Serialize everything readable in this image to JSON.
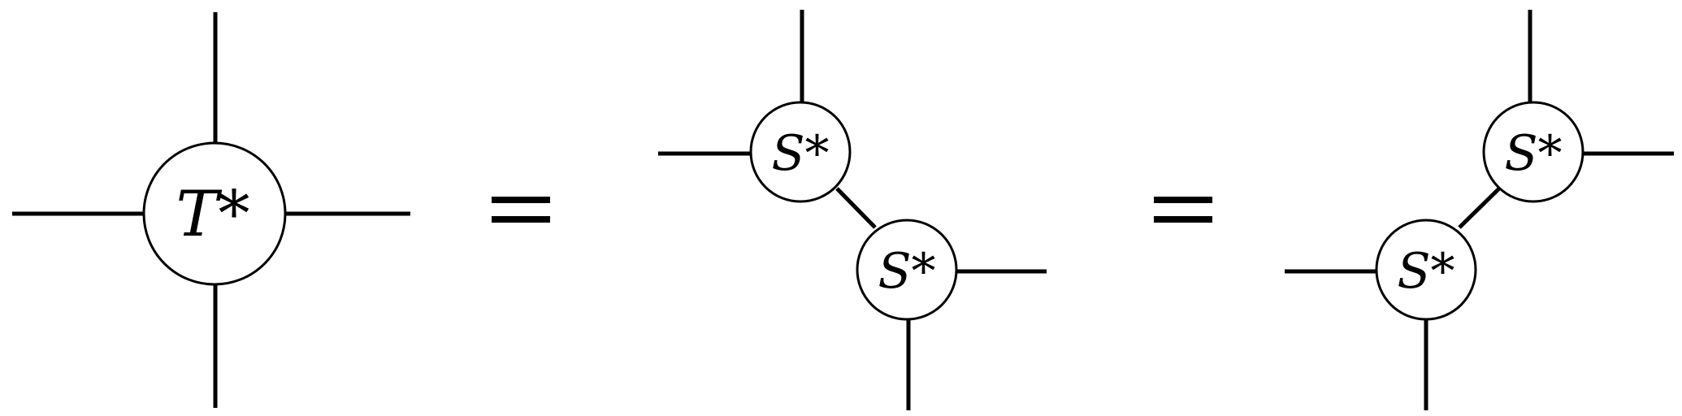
{
  "diagram": {
    "lhs_tensor": {
      "label": "T*"
    },
    "equals_sign_1": "=",
    "decomposition_1": {
      "upper_tensor": {
        "label": "S*"
      },
      "lower_tensor": {
        "label": "S*"
      }
    },
    "equals_sign_2": "=",
    "decomposition_2": {
      "upper_tensor": {
        "label": "S*"
      },
      "lower_tensor": {
        "label": "S*"
      }
    }
  }
}
